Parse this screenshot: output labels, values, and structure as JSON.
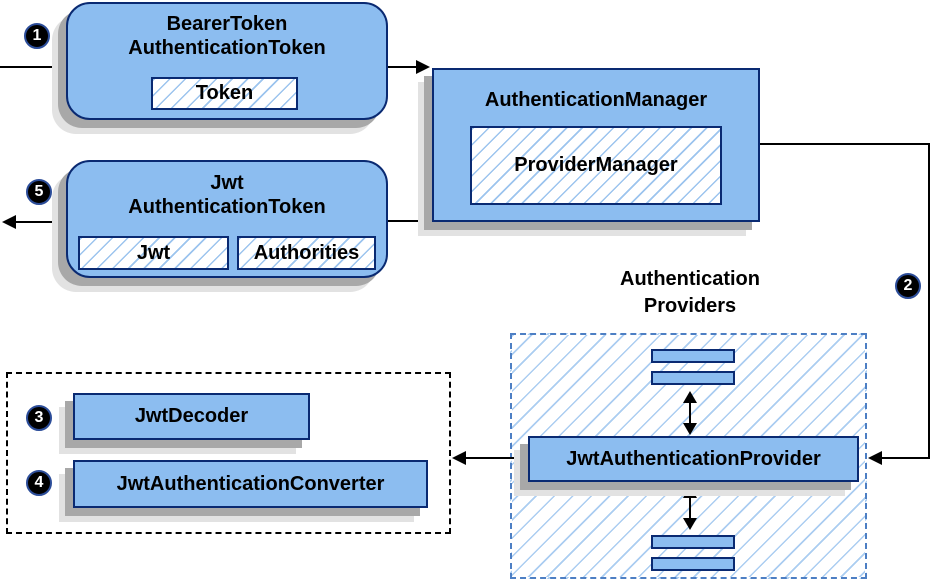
{
  "markers": {
    "step1": "1",
    "step2": "2",
    "step3": "3",
    "step4": "4",
    "step5": "5"
  },
  "nodes": {
    "bearer": {
      "title_line1": "BearerToken",
      "title_line2": "AuthenticationToken",
      "token_label": "Token"
    },
    "manager": {
      "title": "AuthenticationManager",
      "inner_label": "ProviderManager"
    },
    "jwt_token": {
      "title_line1": "Jwt",
      "title_line2": "AuthenticationToken",
      "jwt_label": "Jwt",
      "authorities_label": "Authorities"
    },
    "providers": {
      "label_line1": "Authentication",
      "label_line2": "Providers",
      "provider_label": "JwtAuthenticationProvider"
    },
    "converters": {
      "decoder_label": "JwtDecoder",
      "converter_label": "JwtAuthenticationConverter"
    }
  },
  "colors": {
    "node_fill": "#8cbdf0",
    "node_border": "#0a2a72",
    "hatch_line": "#9cc4ee",
    "container_hatch_line": "#abcdf1",
    "providers_dash_border": "#4d7fc4",
    "converters_dash_border": "#000000",
    "connector": "#000000",
    "badge_background": "#000000",
    "badge_text": "#ffffff",
    "shadow": "#a8a8a8"
  }
}
